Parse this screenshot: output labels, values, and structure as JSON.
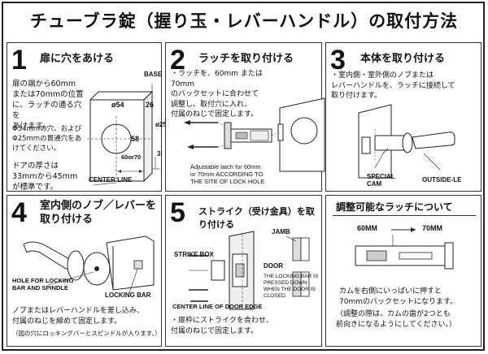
{
  "title": "チューブラ錠（握り玉・レバーハンドル）の取付方法",
  "steps": [
    {
      "number": "1",
      "title": "扉に穴をあける",
      "notes": [
        "扉の端から60mm\nまたは70mmの位置\nに、ラッチの通る穴を\nあけます。",
        "Φ54mmの穴、および\nΦ25mmの貫通穴をあ\nけてください。",
        "ドアの厚さは\n33mmから45mm\nが標準です。"
      ],
      "labels": {
        "base": "BASE",
        "d54": "ø54",
        "d26": "26",
        "d58": "58",
        "d25": "ø25",
        "d60": "60or70",
        "d3": "3",
        "center_line": "CENTER LINE"
      }
    },
    {
      "number": "2",
      "title": "ラッチを取り付ける",
      "note": "ラッチを、60mm または 70mm\nのバックセットに合わせて\n調整し、取付穴に入れ、\n付属のねじで固定します。",
      "caption": "Adjustable latch for 60mm\nor 70mm ACCORDING TO\nTHE SITE OF LOCK HOLE"
    },
    {
      "number": "3",
      "title": "本体を取り付ける",
      "note": "室内側・室外側のノブまたは\nレバーハンドルを、ラッチに接続して\n取り付けます。",
      "labels": {
        "special_cam": "SPECIAL\nCAM",
        "outside": "OUTSIDE-LE"
      }
    },
    {
      "number": "4",
      "title": "室内側のノブ／レバーを\n取り付ける",
      "labels": {
        "hole": "HOLE FOR LOCKING\nBAR AND SPINDLE",
        "locking_bar": "LOCKING BAR"
      },
      "note": "ノブまたはレバーハンドルを差し込み、\n付属のねじを締めて固定します。",
      "note_small": "（図の穴にロッキングバーとスピンドルが入ります。）"
    },
    {
      "number": "5",
      "title": "ストライク（受け金具）を取り付ける",
      "labels": {
        "jamb": "JAMB",
        "strike_box": "STRIKE BOX",
        "door": "DOOR",
        "pressed": "THE LOCKING BAR IS\nPRESSED DOWN\nWHEN THE DOOR IS\nCLOSED.",
        "center_line": "CENTER LINE OF DOOR EDGE"
      },
      "note": "扉枠にストライクを合わせ、\n付属のねじで固定します。"
    },
    {
      "title": "調整可能なラッチについて",
      "mm60": "60MM",
      "mm70": "70MM",
      "note": "カムを右側にいっぱいに押すと\n70mmのバックセットになります。",
      "note2": "（調整の際は、カムの歯が2つとも\n前向きになるようにしてください。）"
    }
  ]
}
